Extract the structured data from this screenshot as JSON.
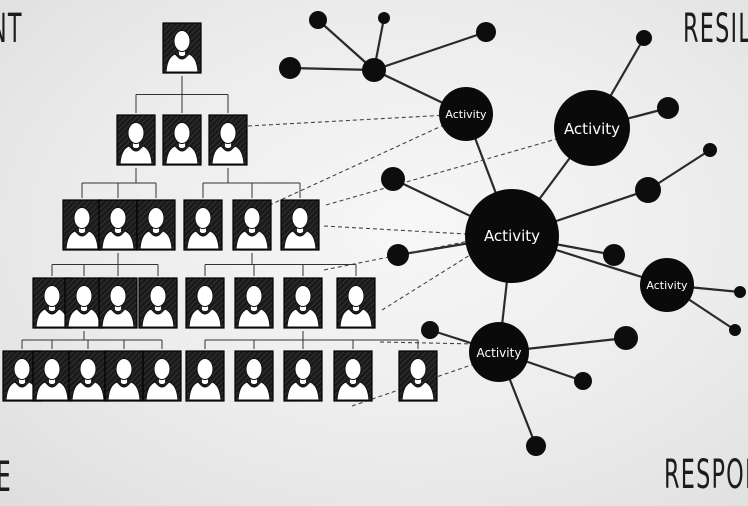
{
  "corner_labels": {
    "top_left": "NT",
    "top_right": "RESIL",
    "bottom_left": "E",
    "bottom_right": "RESPON"
  },
  "activities": [
    {
      "label": "Activity"
    },
    {
      "label": "Activity"
    },
    {
      "label": "Activity"
    },
    {
      "label": "Activity"
    },
    {
      "label": "Activity"
    }
  ],
  "colors": {
    "ink": "#111111",
    "line": "#333333",
    "paper": "#eeeeee"
  },
  "icons": {
    "person": "person-silhouette-icon"
  }
}
